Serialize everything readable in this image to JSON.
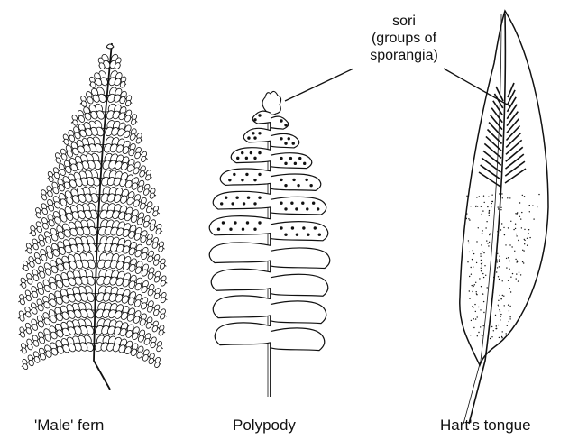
{
  "annotation": {
    "line1": "sori",
    "line2": "(groups of",
    "line3": "sporangia)"
  },
  "captions": {
    "male_fern": "'Male' fern",
    "polypody": "Polypody",
    "harts_tongue": "Hart's tongue"
  },
  "colors": {
    "ink": "#111111",
    "paper": "#ffffff"
  }
}
